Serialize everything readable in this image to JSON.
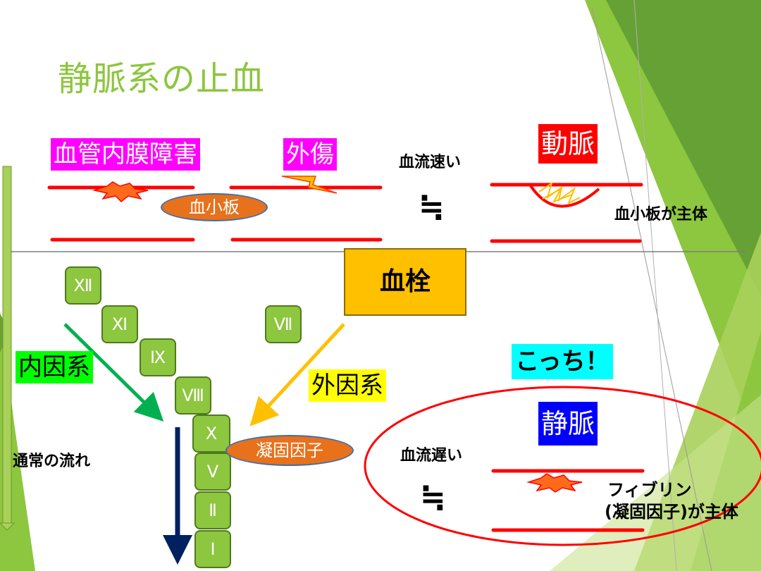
{
  "title": "静脈系の止血",
  "top": {
    "labels": {
      "endothelial_damage": "血管内膜障害",
      "trauma": "外傷",
      "platelet_ellipse": "血小板",
      "fast_flow": "血流速い",
      "approx_top": "≒",
      "artery": "動脈",
      "platelet_main": "血小板が主体"
    }
  },
  "thrombus": "血栓",
  "cascade": {
    "factors": [
      "Ⅻ",
      "Ⅺ",
      "Ⅸ",
      "Ⅷ",
      "Ⅹ",
      "Ⅴ",
      "Ⅱ",
      "Ⅰ",
      "Ⅶ"
    ],
    "intrinsic": "内因系",
    "extrinsic": "外因系",
    "coagulation_factor": "凝固因子",
    "normal_flow": "通常の流れ"
  },
  "bottom": {
    "this_one": "こっち！",
    "vein": "静脈",
    "slow_flow": "血流遅い",
    "approx_bottom": "≒",
    "fibrin_line1": "フィブリン",
    "fibrin_line2": "(凝固因子)が主体"
  },
  "colors": {
    "title": "#8dc63f",
    "magenta": "#ff00ff",
    "red": "#ff0000",
    "gold": "#ffc000",
    "green_tag": "#00ff00",
    "yellow_tag": "#ffff00",
    "cyan_tag": "#00ffff",
    "blue_tag": "#0000ff",
    "factor_green": "#8dc63f",
    "orange": "#e8711c",
    "navy": "#002060"
  }
}
